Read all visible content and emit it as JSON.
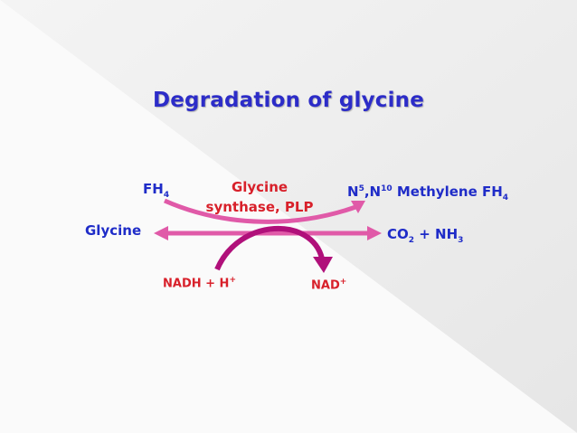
{
  "title": "Degradation of glycine",
  "reactants": {
    "glycine": "Glycine",
    "fh4": "FH",
    "fh4_sub": "4",
    "nadh": "NADH + H",
    "nadh_sup": "+"
  },
  "enzyme": {
    "line1": "Glycine",
    "line2": "synthase, PLP"
  },
  "products": {
    "methylene_n5": "N",
    "methylene_n5_sup": "5",
    "methylene_mid": ",N",
    "methylene_n10_sup": "10",
    "methylene_rest": " Methylene FH",
    "methylene_sub": "4",
    "co2": "CO",
    "co2_sub": "2",
    "co2_rest": " + NH",
    "nh3_sub": "3",
    "nad": "NAD",
    "nad_sup": "+"
  },
  "colors": {
    "blue_text": "#1f2cc8",
    "red_text": "#d8202a",
    "arrow_pink": "#e05aa8",
    "curve_magenta": "#b0107a"
  }
}
